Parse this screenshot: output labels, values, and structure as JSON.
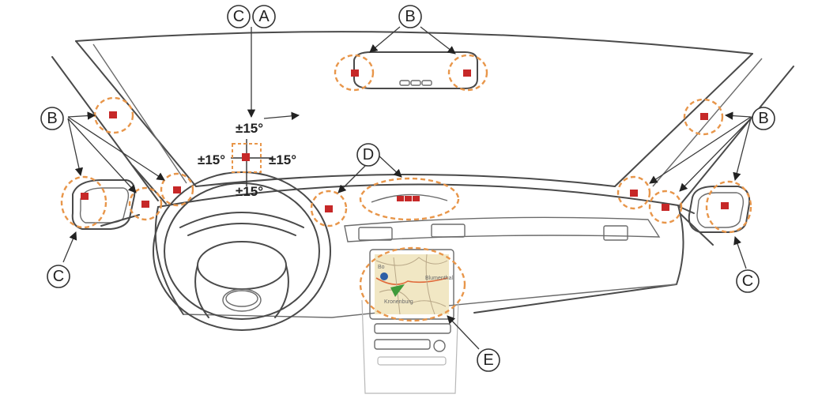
{
  "callouts": {
    "top_c": "C",
    "top_a": "A",
    "top_b": "B",
    "left_b": "B",
    "left_c": "C",
    "right_b": "B",
    "right_c": "C",
    "dash_d": "D",
    "nav_e": "E"
  },
  "angles": {
    "top": "±15°",
    "left": "±15°",
    "right": "±15°",
    "bottom": "±15°"
  },
  "map": {
    "labels": [
      "Bo",
      "Blumenthal",
      "Kronenburg"
    ]
  },
  "colors": {
    "sensor": "#c62828",
    "ring": "#e8964a",
    "map_bg": "#f1e7c4",
    "map_green": "#3f9b3a",
    "map_road": "#e06b3c"
  }
}
